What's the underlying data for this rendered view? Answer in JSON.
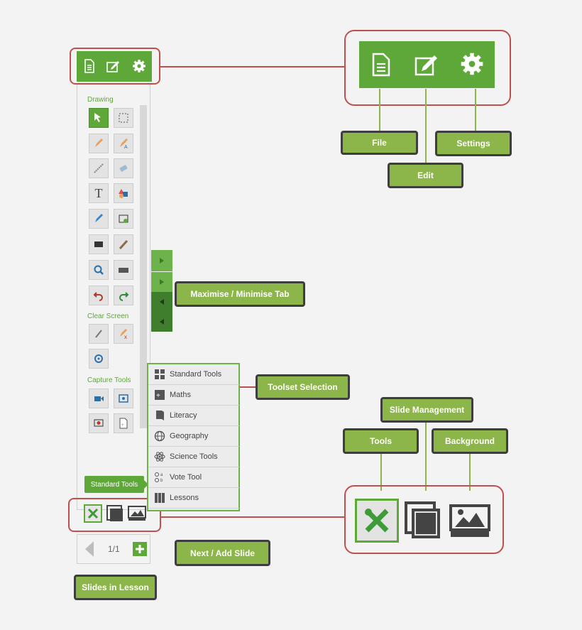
{
  "header_icons": [
    "file-icon",
    "edit-icon",
    "settings-icon"
  ],
  "callouts": {
    "file": "File",
    "edit": "Edit",
    "settings": "Settings",
    "maximise": "Maximise / Minimise Tab",
    "toolset": "Toolset Selection",
    "slide_management": "Slide Management",
    "tools": "Tools",
    "background": "Background",
    "next_add": "Next / Add Slide",
    "slides_in_lesson": "Slides in Lesson"
  },
  "sections": {
    "drawing": "Drawing",
    "clear_screen": "Clear Screen",
    "capture_tools": "Capture Tools"
  },
  "toolset_menu": [
    {
      "label": "Standard Tools",
      "icon": "grid-icon"
    },
    {
      "label": "Maths",
      "icon": "calculator-icon"
    },
    {
      "label": "Literacy",
      "icon": "book-icon"
    },
    {
      "label": "Geography",
      "icon": "globe-icon"
    },
    {
      "label": "Science Tools",
      "icon": "atom-icon"
    },
    {
      "label": "Vote Tool",
      "icon": "vote-icon"
    },
    {
      "label": "Lessons",
      "icon": "books-icon"
    }
  ],
  "standard_tools_tab": "Standard Tools",
  "slide_counter": "1/1",
  "colors": {
    "green": "#5ea83a",
    "callout_green": "#8db64a",
    "red_outline": "#c0504d",
    "dark_border": "#3e3e3e"
  }
}
